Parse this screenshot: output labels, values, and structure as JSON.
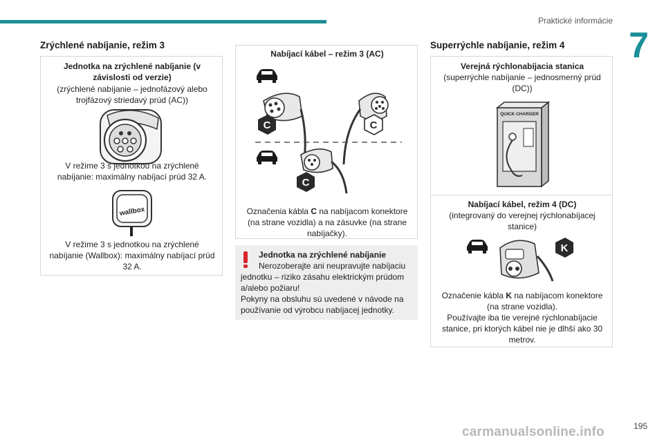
{
  "header": {
    "section_title": "Praktické informácie",
    "chapter_number": "7",
    "page_number": "195"
  },
  "left": {
    "title": "Zrýchlené nabíjanie, režim 3",
    "unit_title": "Jednotka na zrýchlené nabíjanie (v závislosti od verzie)",
    "unit_subtitle": "(zrýchlené nabíjanie – jednofázový alebo trojfázový striedavý prúd (AC))",
    "caption_1": "V režime 3 s jednotkou na zrýchlené nabíjanie: maximálny nabíjací prúd 32 A.",
    "wallbox_label": "wallbox",
    "caption_2": "V režime 3 s jednotkou na zrýchlené nabíjanie (Wallbox): maximálny nabíjací prúd 32 A."
  },
  "middle": {
    "cable_title": "Nabíjací kábel – režim 3 (AC)",
    "marker_label": "C",
    "caption_pre": "Označenia kábla ",
    "caption_bold": "C",
    "caption_post": " na nabíjacom konektore (na strane vozidla) a na zásuvke (na strane nabíjačky).",
    "warning_title": "Jednotka na zrýchlené nabíjanie",
    "warning_text": "Nerozoberajte ani neupravujte nabíjaciu jednotku – riziko zásahu elektrickým prúdom a/alebo požiaru!\nPokyny na obsluhu sú uvedené v návode na používanie od výrobcu nabíjacej jednotky."
  },
  "right": {
    "title": "Superrýchle nabíjanie, režim 4",
    "station_title": "Verejná rýchlonabíjacia stanica",
    "station_subtitle": "(superrýchle nabíjanie – jednosmerný prúd (DC))",
    "station_sign": "QUICK CHARGER",
    "cable_title": "Nabíjací kábel, režim 4 (DC)",
    "cable_subtitle": "(integrovaný do verejnej rýchlonabíjacej stanice)",
    "marker_label": "K",
    "caption_pre": "Označenie kábla ",
    "caption_bold": "K",
    "caption_post": " na nabíjacom konektore (na strane vozidla).",
    "caption_2": "Používajte iba tie verejné rýchlonabíjacie stanice, pri ktorých kábel nie je dlhší ako 30 metrov."
  },
  "watermark": "carmanualsonline.info"
}
